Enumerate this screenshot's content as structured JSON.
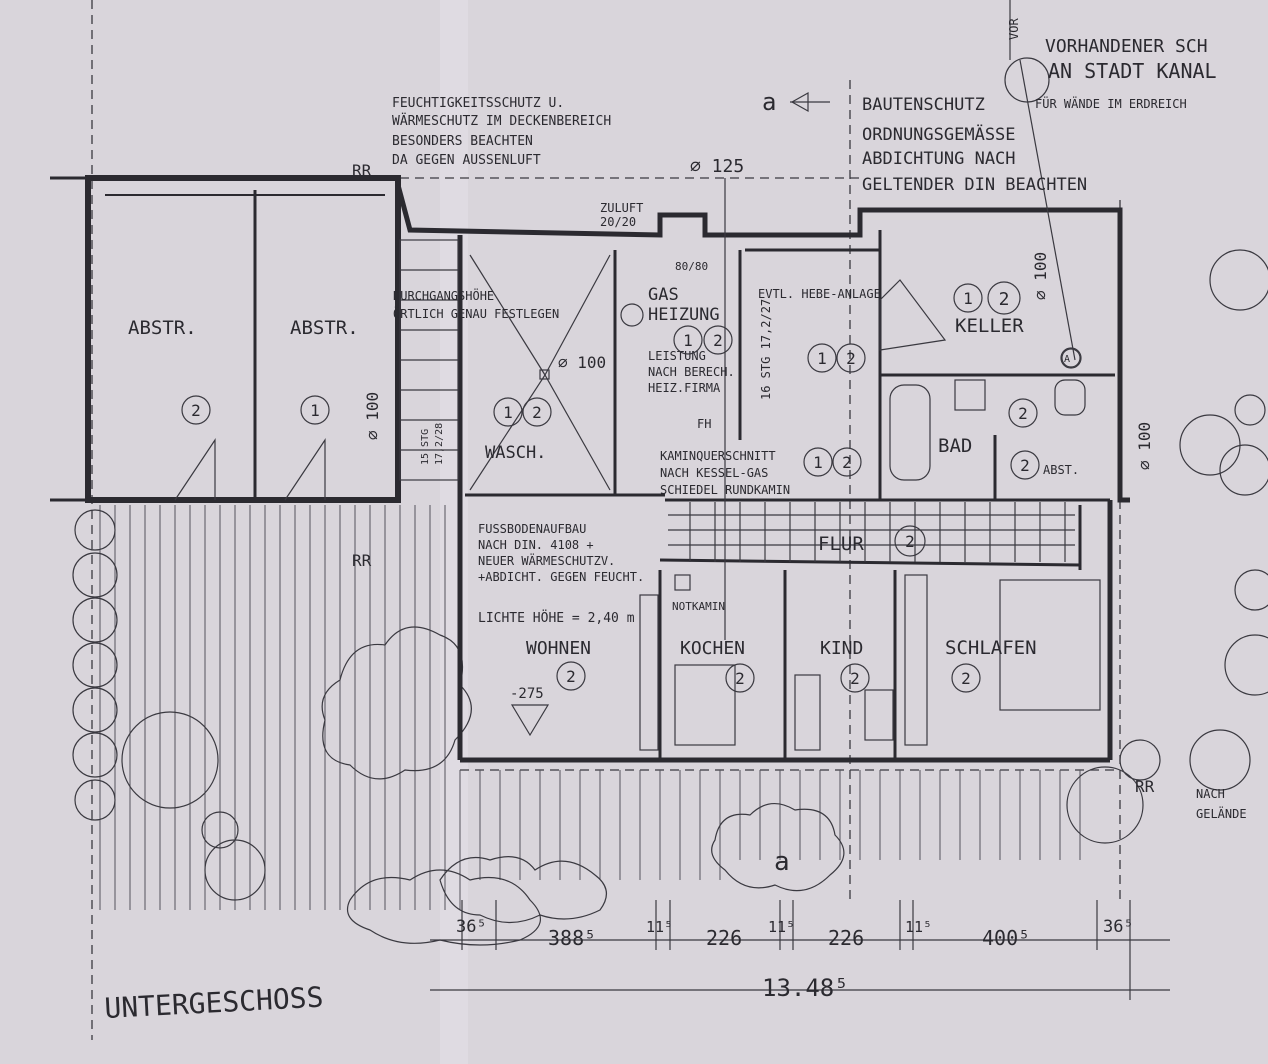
{
  "notes": {
    "vorh_line1": "VORHANDENER SCH",
    "vorh_line2": "AN STADT KANAL",
    "vor_mark": "VOR",
    "feucht_line1": "FEUCHTIGKEITSSCHUTZ U.",
    "feucht_line2": "WÄRMESCHUTZ IM DECKENBEREICH",
    "feucht_line3": "BESONDERS BEACHTEN",
    "feucht_line4": "DA GEGEN AUSSENLUFT",
    "bauten_line1": "BAUTENSCHUTZ",
    "bauten_line1b": "FÜR WÄNDE IM ERDREICH",
    "bauten_line2": "ORDNUNGSGEMÄSSE",
    "bauten_line3": "ABDICHTUNG NACH",
    "bauten_line4": "GELTENDER DIN BEACHTEN",
    "durch_line1": "DURCHGANGSHÖHE",
    "durch_line2": "ÖRTLICH GENAU FESTLEGEN",
    "zuluft_line1": "ZULUFT",
    "zuluft_line2": "20/20",
    "leistung_line1": "LEISTUNG",
    "leistung_line2": "NACH BERECH.",
    "leistung_line3": "HEIZ.FIRMA",
    "kamin_line1": "KAMINQUERSCHNITT",
    "kamin_line2": "NACH KESSEL-GAS",
    "kamin_line3": "SCHIEDEL RUNDKAMIN",
    "fuss_line1": "FUSSBODENAUFBAU",
    "fuss_line2": "NACH DIN. 4108 +",
    "fuss_line3": "NEUER WÄRMESCHUTZV.",
    "fuss_line4": "+ABDICHT. GEGEN FEUCHT.",
    "lichte": "LICHTE HÖHE = 2,40 m",
    "hebeanlage": "EVTL. HEBE-ANLAGE",
    "stg_vert": "16 STG 17,2/27",
    "stg_small": "15 STG",
    "stg_small2": "17,2/28",
    "notkamin": "NOTKAMIN",
    "fh": "FH",
    "size_8080": "80/80",
    "nach_gelaende1": "NACH",
    "nach_gelaende2": "GELÄNDE",
    "pipe_125": "⌀ 125",
    "pipe_100_a": "⌀ 100",
    "pipe_100_b": "⌀ 100",
    "pipe_100_c": "⌀ 100",
    "pipe_100_d": "⌀ 100",
    "rr_top": "RR",
    "rr_mid": "RR",
    "rr_bottom": "RR",
    "level_275": "-275",
    "section_a_top": "a",
    "section_a_bottom": "a",
    "marker_a": "A"
  },
  "rooms": {
    "abstr1": "ABSTR.",
    "abstr2": "ABSTR.",
    "wasch": "WASCH.",
    "gas_line1": "GAS",
    "gas_line2": "HEIZUNG",
    "keller": "KELLER",
    "bad": "BAD",
    "abst": "ABST.",
    "flur": "FLUR",
    "wohnen": "WOHNEN",
    "kochen": "KOCHEN",
    "kind": "KIND",
    "schlafen": "SCHLAFEN"
  },
  "circles": {
    "c1": "2",
    "c2": "1",
    "c3": "1",
    "c4": "2",
    "c5": "1",
    "c6": "2",
    "c7": "1",
    "c8": "2",
    "c9": "1",
    "c10": "2",
    "c11": "2",
    "c12": "2",
    "c13": "1",
    "c14": "2",
    "c15": "2",
    "c16": "2",
    "c17": "2",
    "c18": "2",
    "c19": "2",
    "c20": "2"
  },
  "dimensions": {
    "d1": "36⁵",
    "d2": "388⁵",
    "d3": "11⁵",
    "d4": "226",
    "d5": "11⁵",
    "d6": "226",
    "d7": "11⁵",
    "d8": "400⁵",
    "d9": "36⁵",
    "total": "13.48⁵"
  },
  "title": "UNTERGESCHOSS"
}
